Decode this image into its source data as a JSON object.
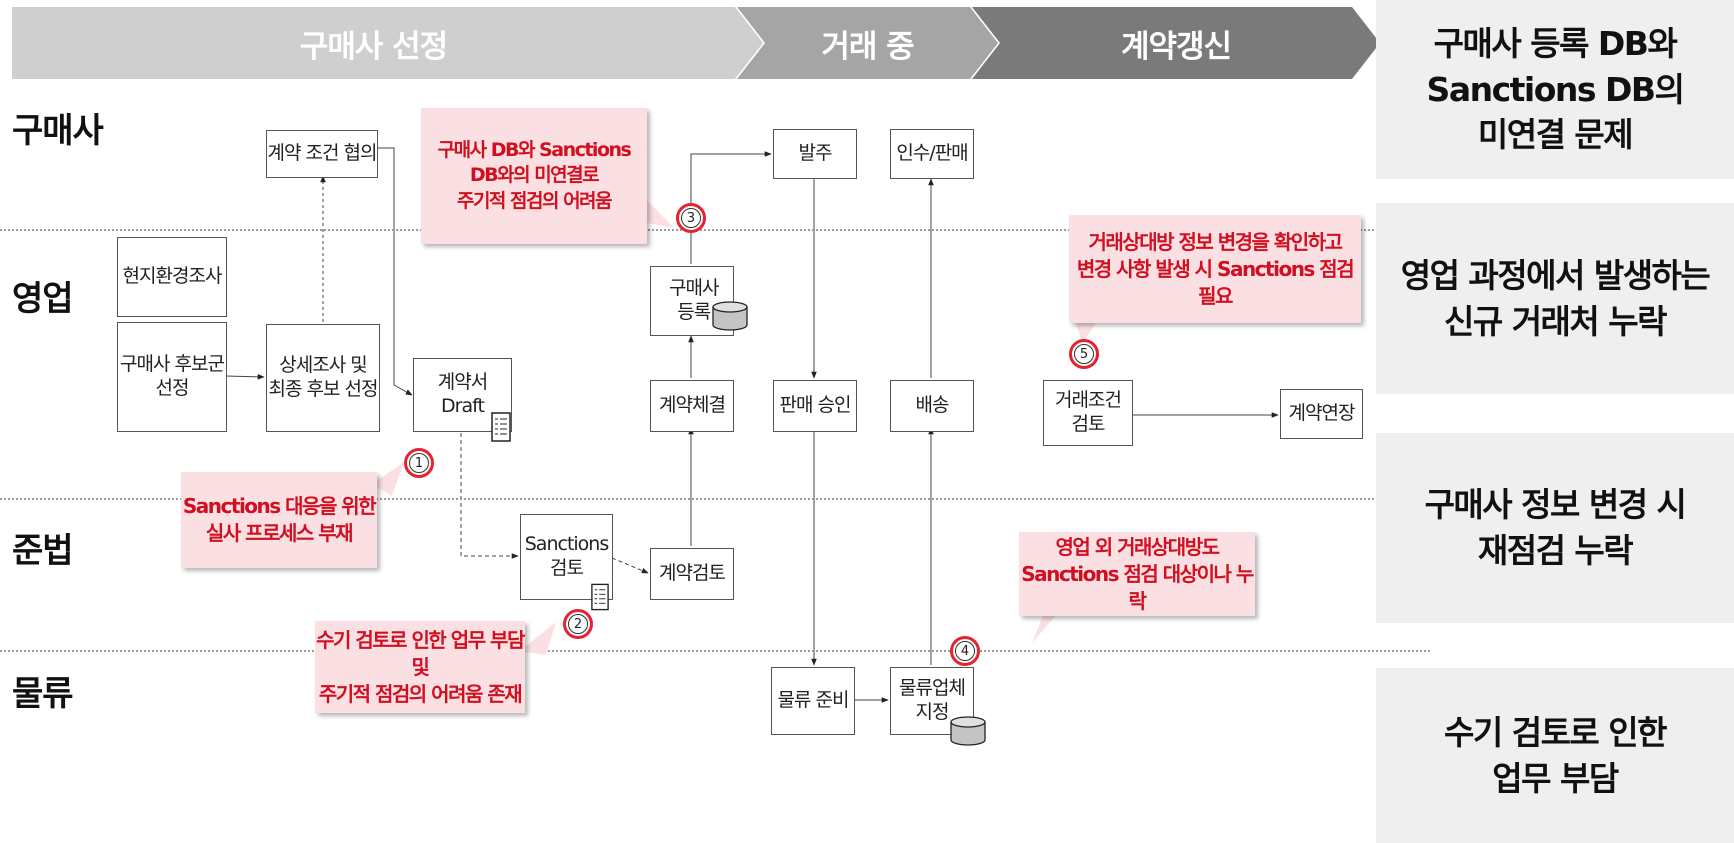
{
  "phases": [
    "구매사 선정",
    "거래 중",
    "계약갱신"
  ],
  "lanes": [
    "구매사",
    "영업",
    "준법",
    "물류"
  ],
  "boxes": {
    "contract_terms": "계약 조건 협의",
    "local_survey": "현지환경조사",
    "candidate_select": "구매사 후보군\n선정",
    "detailed_survey": "상세조사 및\n최종 후보 선정",
    "contract_draft": "계약서\nDraft",
    "sanctions_review": "Sanctions\n검토",
    "contract_review": "계약검토",
    "contract_sign": "계약체결",
    "buyer_register": "구매사\n등록",
    "order": "발주",
    "sales_approval": "판매 승인",
    "logistics_prep": "물류 준비",
    "logistics_assign": "물류업체\n지정",
    "acceptance": "인수/판매",
    "delivery": "배송",
    "terms_review": "거래조건\n검토",
    "contract_extend": "계약연장"
  },
  "callouts": {
    "c1": "Sanctions 대응을 위한\n실사 프로세스 부재",
    "c2": "수기 검토로 인한 업무 부담 및\n주기적 점검의 어려움 존재",
    "c3": "구매사 DB와 Sanctions\nDB와의 미연결로\n주기적 점검의 어려움",
    "c4": "영업 외 거래상대방도\nSanctions 점검 대상이나 누락",
    "c5": "거래상대방 정보 변경을 확인하고\n변경 사항 발생 시 Sanctions 점검 필요"
  },
  "markers": [
    "1",
    "2",
    "3",
    "4",
    "5"
  ],
  "issues": [
    "구매사 등록 DB와\nSanctions DB의\n미연결 문제",
    "영업 과정에서 발생하는\n신규 거래처 누락",
    "구매사 정보 변경 시\n재점검 누락",
    "수기 검토로 인한\n업무 부담"
  ],
  "colors": {
    "phase1": "#cfcfcf",
    "phase2": "#a5a5a5",
    "phase3": "#7a7a7a",
    "callout_bg": "#fbe0e3",
    "callout_text": "#d01020",
    "marker": "#e8212e",
    "issue_bg": "#efefef"
  },
  "icons": [
    "document-icon",
    "database-icon"
  ]
}
